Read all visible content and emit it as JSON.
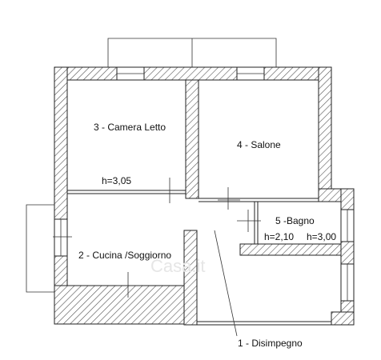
{
  "rooms": {
    "camera_letto": "3 - Camera Letto",
    "salone": "4 - Salone",
    "cucina": "2 - Cucina /Soggiorno",
    "bagno": "5 -Bagno",
    "disimpegno": "1 - Disimpegno"
  },
  "heights": {
    "camera": "h=3,05",
    "bagno_a": "h=2,10",
    "bagno_b": "h=3,00"
  },
  "watermark": "Casa.it"
}
